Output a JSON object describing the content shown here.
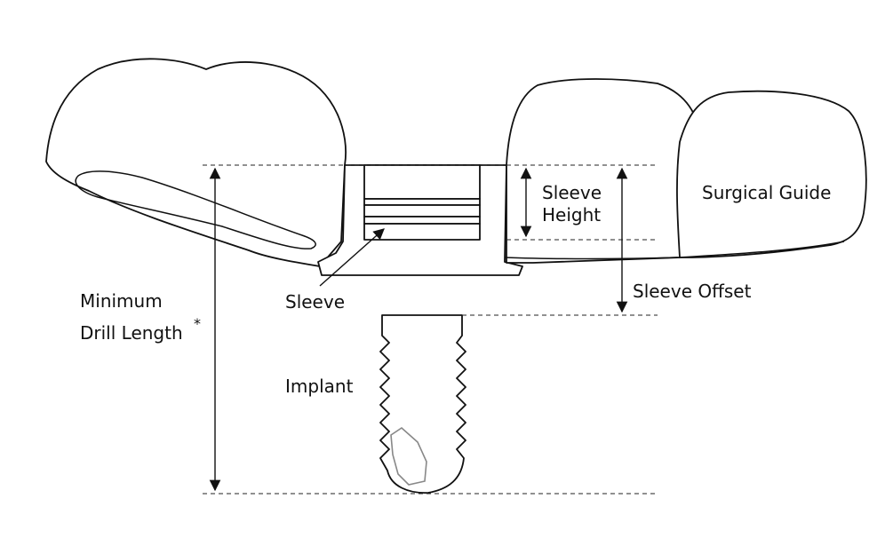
{
  "labels": {
    "surgical_guide": "Surgical Guide",
    "sleeve_height_line1": "Sleeve",
    "sleeve_height_line2": "Height",
    "sleeve_offset": "Sleeve Offset",
    "sleeve": "Sleeve",
    "implant": "Implant",
    "min_drill_line1": "Minimum",
    "min_drill_line2": "Drill Length",
    "min_drill_footnote": "*"
  },
  "colors": {
    "line": "#111111",
    "implant_core": "#888888"
  }
}
